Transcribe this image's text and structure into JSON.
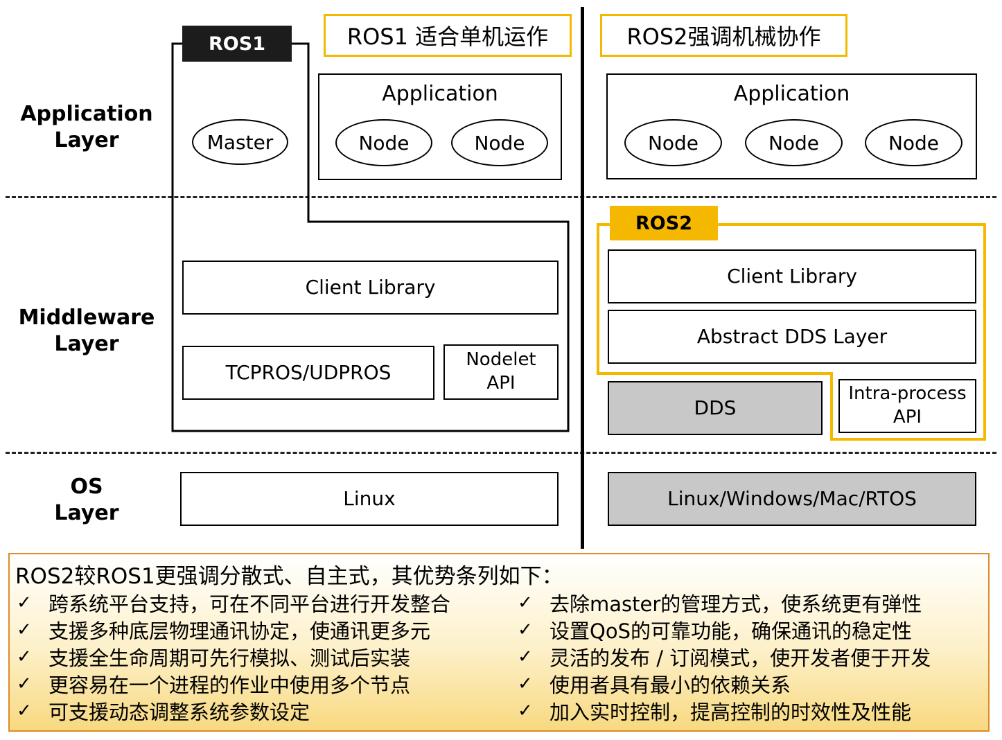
{
  "headers": {
    "ros1_callout": "ROS1 适合单机运作",
    "ros2_callout": "ROS2强调机械协作",
    "ros1_tab": "ROS1",
    "ros2_tab": "ROS2"
  },
  "layers": {
    "application": "Application\nLayer",
    "middleware": "Middleware\nLayer",
    "os": "OS\nLayer"
  },
  "ros1": {
    "master": "Master",
    "application_title": "Application",
    "nodes": [
      "Node",
      "Node"
    ],
    "client_library": "Client Library",
    "transport": "TCPROS/UDPROS",
    "nodelet_api": "Nodelet\nAPI",
    "os": "Linux"
  },
  "ros2": {
    "application_title": "Application",
    "nodes": [
      "Node",
      "Node",
      "Node"
    ],
    "client_library": "Client Library",
    "abstract_dds": "Abstract DDS Layer",
    "dds": "DDS",
    "intra_process_api": "Intra-process\nAPI",
    "os": "Linux/Windows/Mac/RTOS"
  },
  "summary": {
    "title": "ROS2较ROS1更强调分散式、自主式，其优势条列如下：",
    "check_mark": "✓",
    "left_items": [
      "跨系统平台支持，可在不同平台进行开发整合",
      "支援多种底层物理通讯协定，使通讯更多元",
      "支援全生命周期可先行模拟、测试后实装",
      "更容易在一个进程的作业中使用多个节点",
      "可支援动态调整系统参数设定"
    ],
    "right_items": [
      "去除master的管理方式，使系统更有弹性",
      "设置QoS的可靠功能，确保通讯的稳定性",
      "灵活的发布 / 订阅模式，使开发者便于开发",
      "使用者具有最小的依赖关系",
      "加入实时控制，提高控制的时效性及性能"
    ]
  },
  "colors": {
    "accent_gold": "#f5b800",
    "summary_border": "#e08a2a",
    "gray_box": "#c8c8c8"
  }
}
